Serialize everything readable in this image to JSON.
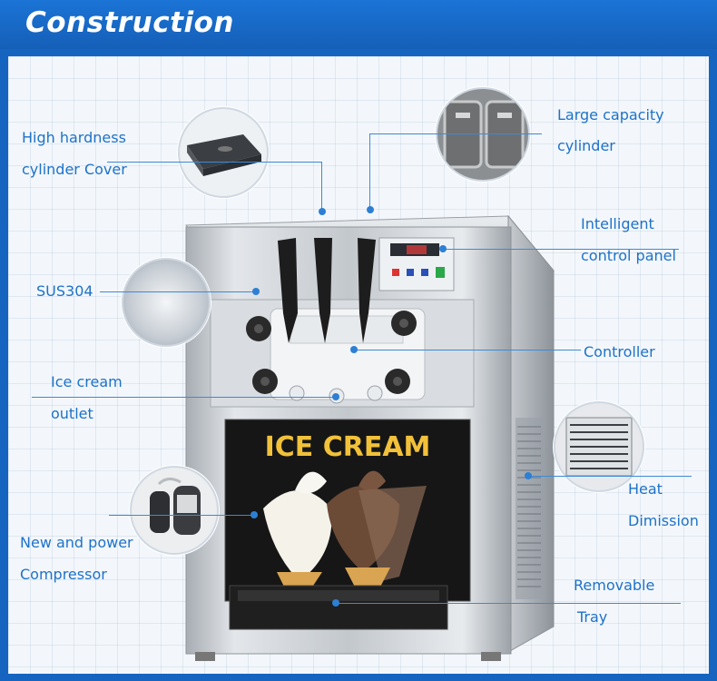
{
  "header": {
    "title": "Construction"
  },
  "labels": {
    "cylinder_cover": [
      "High hardness",
      "cylinder Cover"
    ],
    "large_capacity": [
      "Large capacity",
      "cylinder"
    ],
    "control_panel": [
      "Intelligent",
      "control panel"
    ],
    "sus304": [
      "SUS304"
    ],
    "controller": [
      "Controller"
    ],
    "outlet": [
      "Ice cream",
      "outlet"
    ],
    "heat": [
      "Heat",
      "Dimission"
    ],
    "compressor": [
      "New and power",
      "Compressor"
    ],
    "tray": [
      "Removable",
      "Tray"
    ]
  },
  "machine": {
    "front_label": "ICE CREAM"
  },
  "colors": {
    "header_bg": "#1a6fd1",
    "label_text": "#1e72c8",
    "leader_line": "#3d8ad6"
  }
}
